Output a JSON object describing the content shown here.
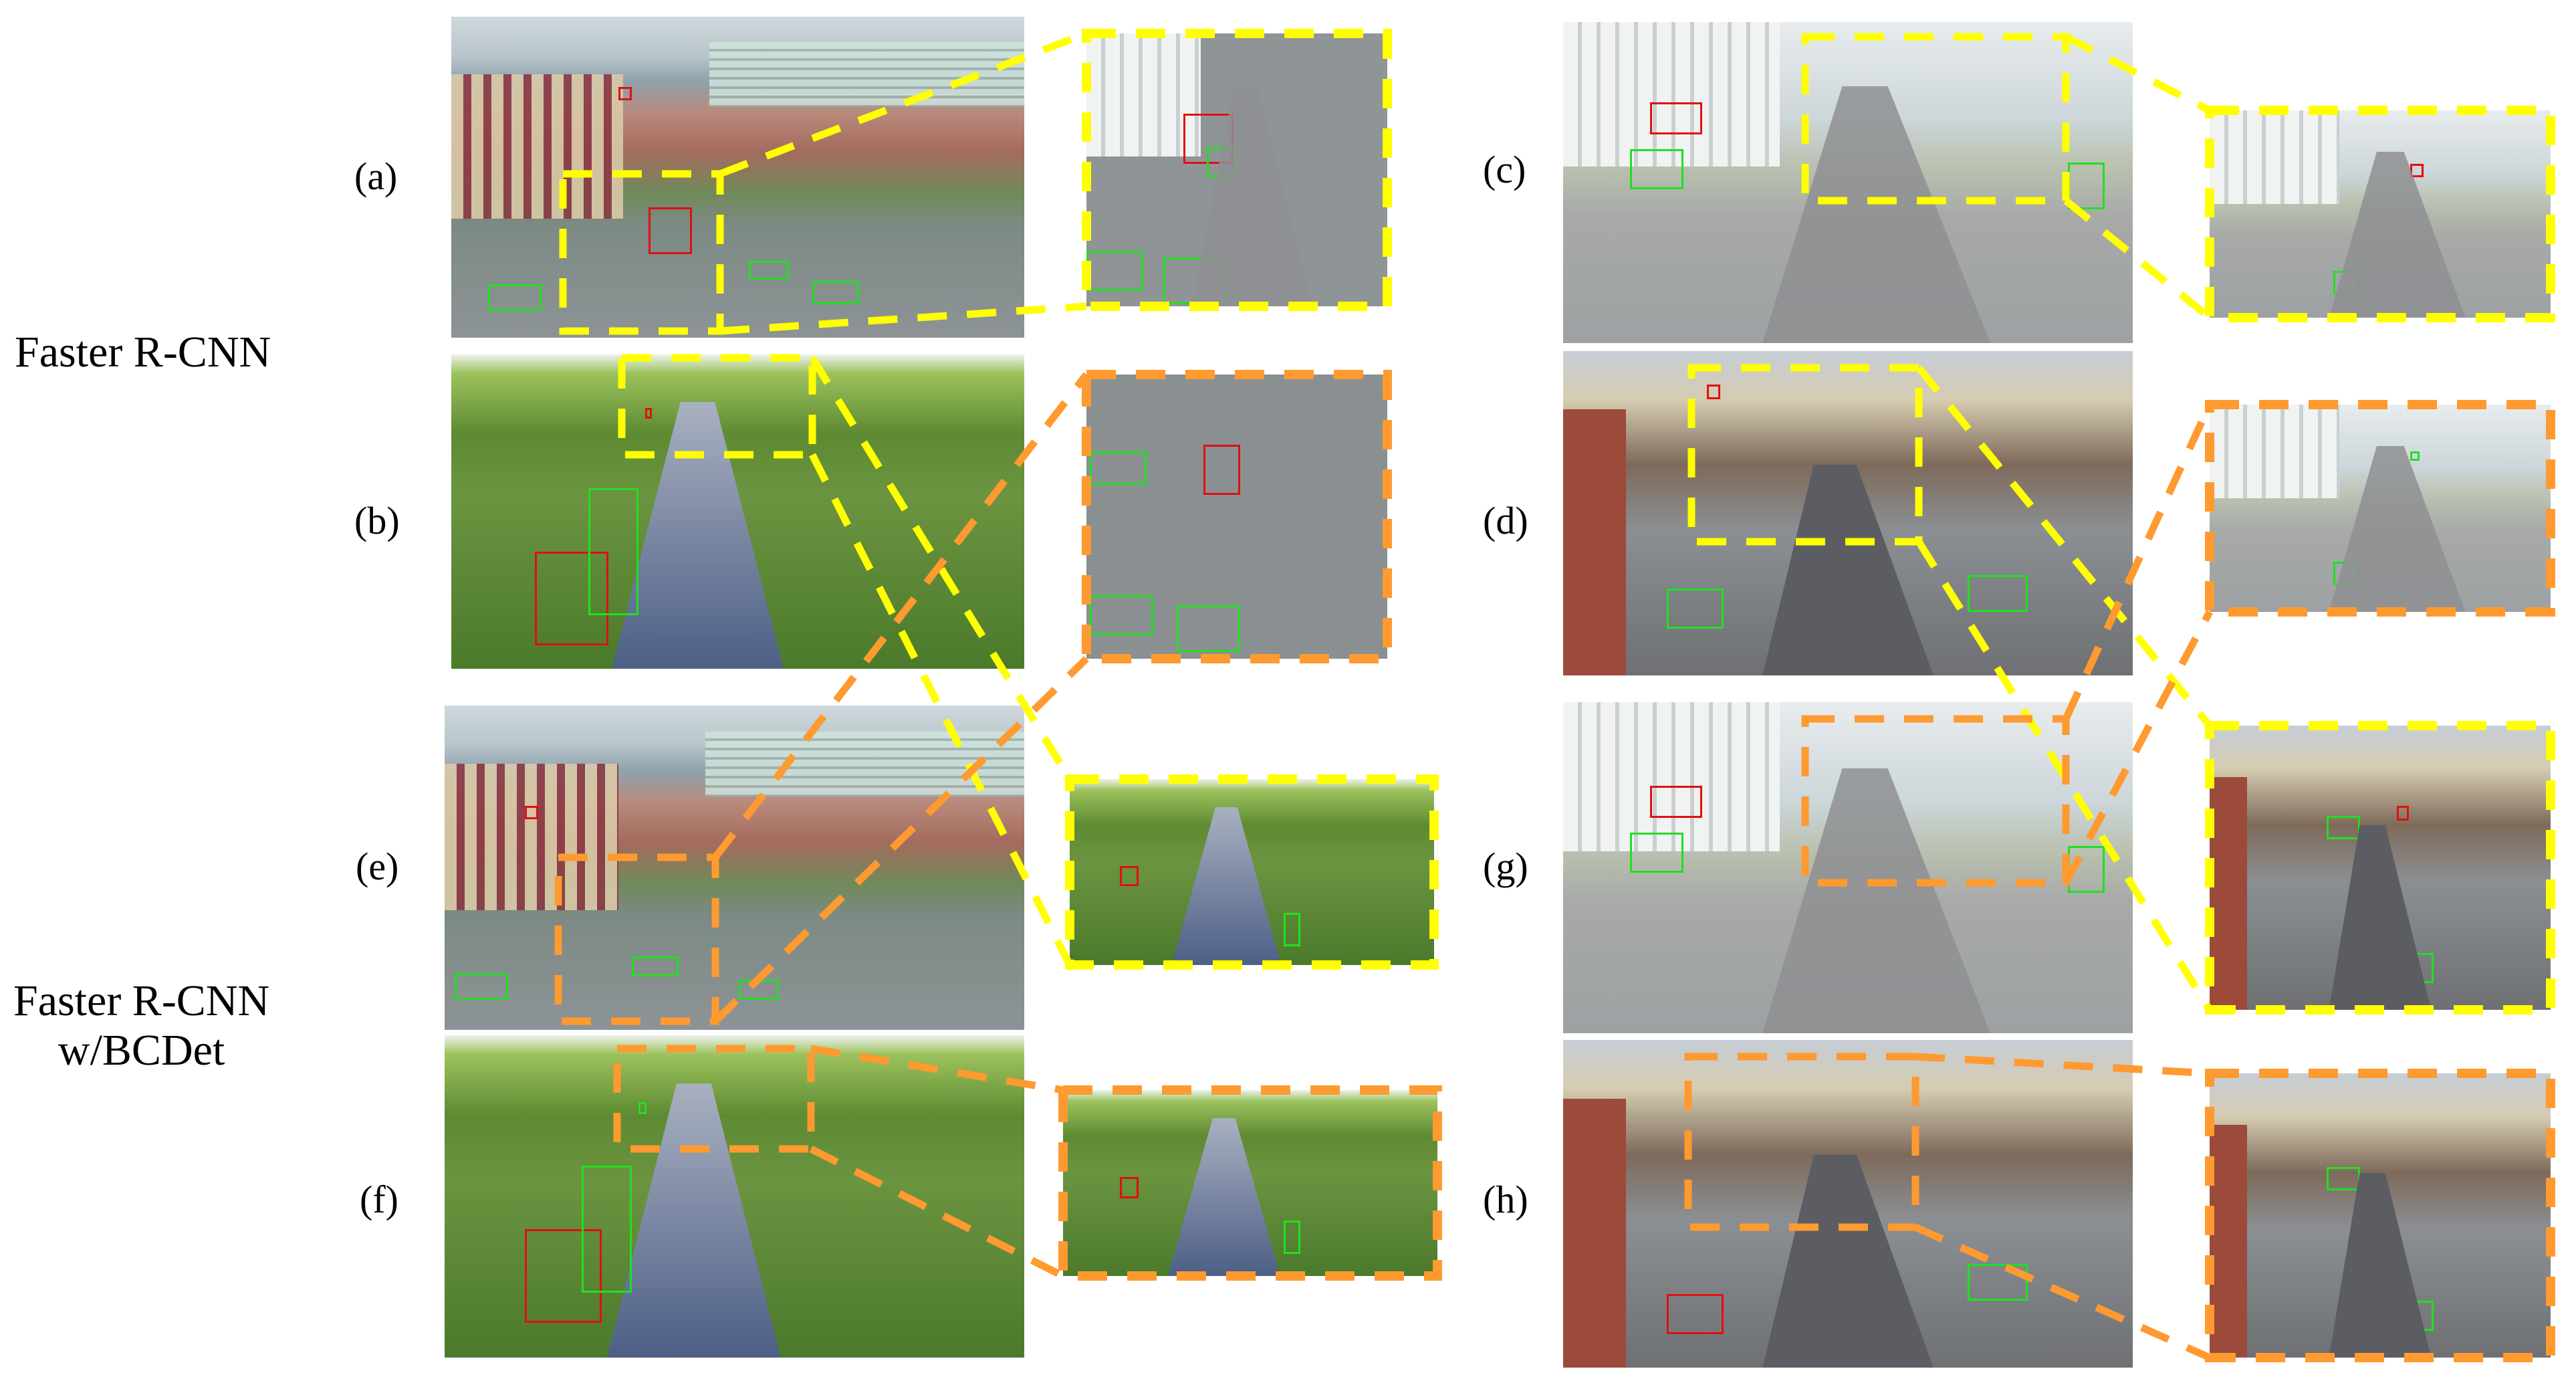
{
  "figure": {
    "row_labels": {
      "baseline": "Faster R-CNN",
      "proposed_line1": "Faster R-CNN",
      "proposed_line2": "w/BCDet"
    },
    "panels": [
      {
        "id": "a",
        "label": "(a)",
        "method": "Faster R-CNN",
        "scene": "urban intersection",
        "zoom_frame_color": "yellow"
      },
      {
        "id": "b",
        "label": "(b)",
        "method": "Faster R-CNN",
        "scene": "highway toll gate",
        "zoom_frame_color": "orange"
      },
      {
        "id": "c",
        "label": "(c)",
        "method": "Faster R-CNN",
        "scene": "tree-lined avenue",
        "zoom_frame_color": "yellow"
      },
      {
        "id": "d",
        "label": "(d)",
        "method": "Faster R-CNN",
        "scene": "dusk street",
        "zoom_frame_color": "orange"
      },
      {
        "id": "e",
        "label": "(e)",
        "method": "Faster R-CNN w/BCDet",
        "scene": "urban intersection",
        "zoom_frame_color": "yellow"
      },
      {
        "id": "f",
        "label": "(f)",
        "method": "Faster R-CNN w/BCDet",
        "scene": "highway toll gate",
        "zoom_frame_color": "orange"
      },
      {
        "id": "g",
        "label": "(g)",
        "method": "Faster R-CNN w/BCDet",
        "scene": "tree-lined avenue",
        "zoom_frame_color": "yellow"
      },
      {
        "id": "h",
        "label": "(h)",
        "method": "Faster R-CNN w/BCDet",
        "scene": "dusk street",
        "zoom_frame_color": "orange"
      }
    ],
    "legend_colors": {
      "ground_truth_box": "#20e020",
      "prediction_box": "#e01010",
      "zoom_yellow": "#ffff00",
      "zoom_orange": "#ff9a30"
    }
  }
}
